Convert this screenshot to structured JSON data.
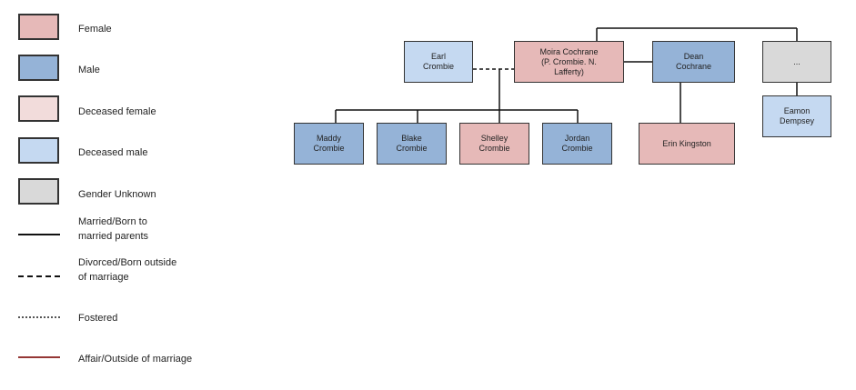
{
  "colors": {
    "female": "#e6b9b8",
    "male": "#95b3d7",
    "deceased_female": "#f2dcdb",
    "deceased_male": "#c5d9f1",
    "unknown": "#d9d9d9",
    "affair_line": "#953735"
  },
  "legend": {
    "female": "Female",
    "male": "Male",
    "deceased_female": "Deceased female",
    "deceased_male": "Deceased male",
    "unknown": "Gender Unknown",
    "married": "Married/Born to\nmarried parents",
    "divorced": "Divorced/Born outside\nof marriage",
    "fostered": "Fostered",
    "affair": "Affair/Outside of marriage"
  },
  "people": {
    "earl": "Earl\nCrombie",
    "moira": "Moira Cochrane\n(P. Crombie. N.\nLafferty)",
    "dean": "Dean\nCochrane",
    "unknown": "...",
    "eamon": "Eamon\nDempsey",
    "maddy": "Maddy\nCrombie",
    "blake": "Blake\nCrombie",
    "shelley": "Shelley\nCrombie",
    "jordan": "Jordan\nCrombie",
    "erin": "Erin Kingston"
  }
}
